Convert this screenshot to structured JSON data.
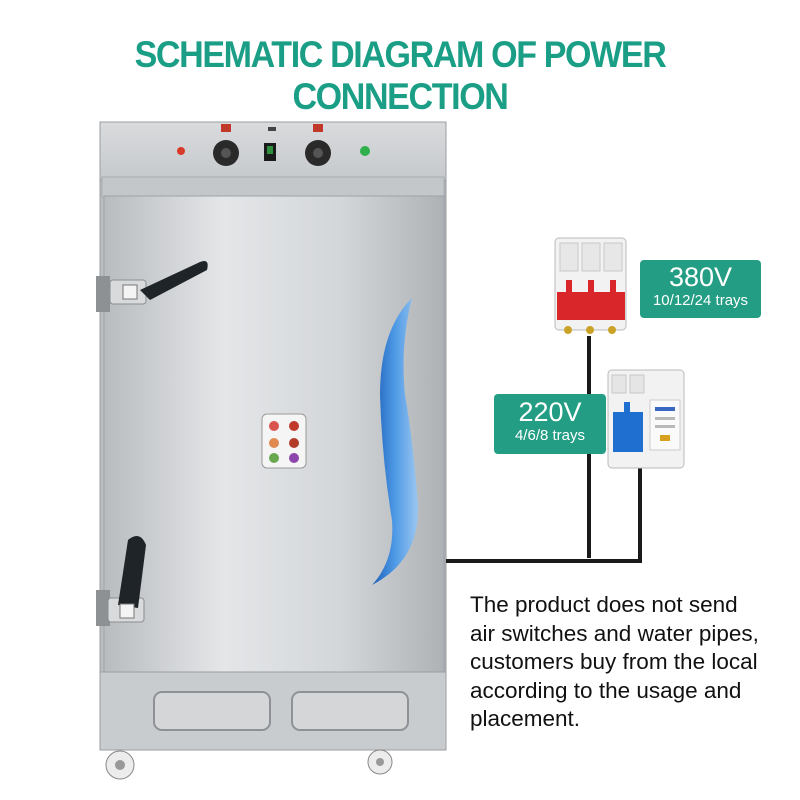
{
  "title": "SCHEMATIC DIAGRAM OF POWER CONNECTION",
  "breakers": [
    {
      "voltage": "380V",
      "trays": "10/12/24 trays"
    },
    {
      "voltage": "220V",
      "trays": "4/6/8 trays"
    }
  ],
  "note_lines": [
    "The product does not send",
    "air switches and water pipes,",
    "customers buy from the local",
    "according to the usage and",
    "placement."
  ],
  "colors": {
    "title": "#1a9e86",
    "badge": "#239d83",
    "breaker_380": "#d9262b",
    "breaker_220": "#1f6fd1"
  }
}
